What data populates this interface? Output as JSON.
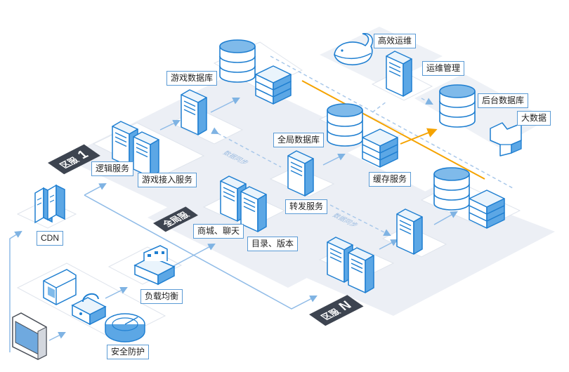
{
  "labels": {
    "efficient_ops": "高效运维",
    "ops_mgmt": "运维管理",
    "backend_db": "后台数据库",
    "big_data": "大数据",
    "game_db": "游戏数据库",
    "global_db": "全局数据库",
    "cache": "缓存服务",
    "forward": "转发服务",
    "logic": "逻辑服务",
    "game_access": "游戏接入服务",
    "mall_chat": "商城、聊天",
    "dir_version": "目录、版本",
    "cdn": "CDN",
    "load_balance": "负载均衡",
    "security": "安全防护"
  },
  "zones": {
    "zone1": "区服",
    "zone1_num": "1",
    "global": "全局服",
    "zoneN": "区服",
    "zoneN_num": "N"
  },
  "sync": {
    "a": "数据同步",
    "b": "数据同步"
  },
  "colors": {
    "accent": "#1f7fd1",
    "line": "#9cc3ea",
    "orange": "#f5a300",
    "platform": "#e9ecf3",
    "zone_tag": "#3d4450"
  }
}
